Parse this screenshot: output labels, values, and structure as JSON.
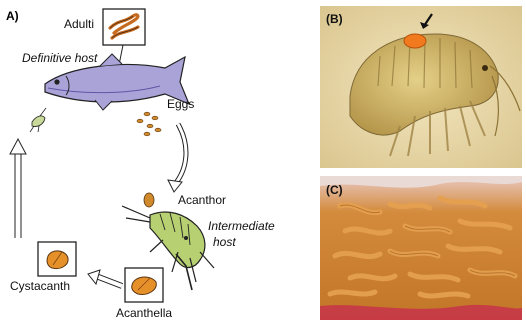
{
  "panel_a": {
    "letter": "A)",
    "labels": {
      "adults": "Adulti",
      "definitive_host": "Definitive host",
      "eggs": "Eggs",
      "acanthor": "Acanthor",
      "intermediate_host_line1": "Intermediate",
      "intermediate_host_line2": "host",
      "cystacanth": "Cystacanth",
      "acanthella": "Acanthella"
    }
  },
  "panel_b": {
    "letter": "(B)"
  },
  "panel_c": {
    "letter": "(C)"
  },
  "colors": {
    "fish_body": "#a9a2d6",
    "larva_orange": "#e6902a",
    "amphipod_green": "#b5cf72",
    "photo_b_bg": "#ead9a8",
    "photo_c_bg": "#c9852f"
  }
}
